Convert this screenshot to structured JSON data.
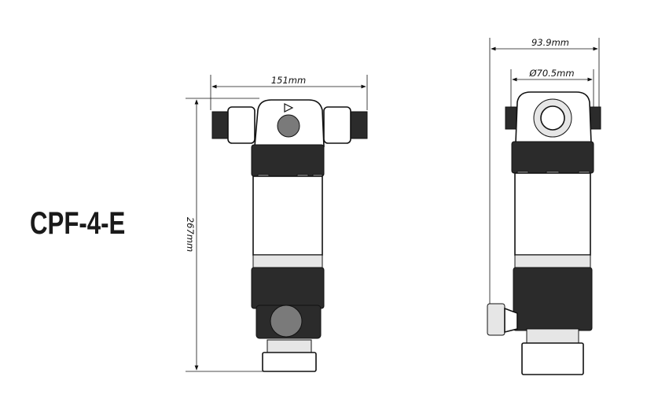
{
  "model": {
    "name": "CPF-4-E"
  },
  "dimensions": {
    "front_width": "151mm",
    "front_height": "267mm",
    "side_width": "93.9mm",
    "side_diameter": "Ø70.5mm"
  }
}
